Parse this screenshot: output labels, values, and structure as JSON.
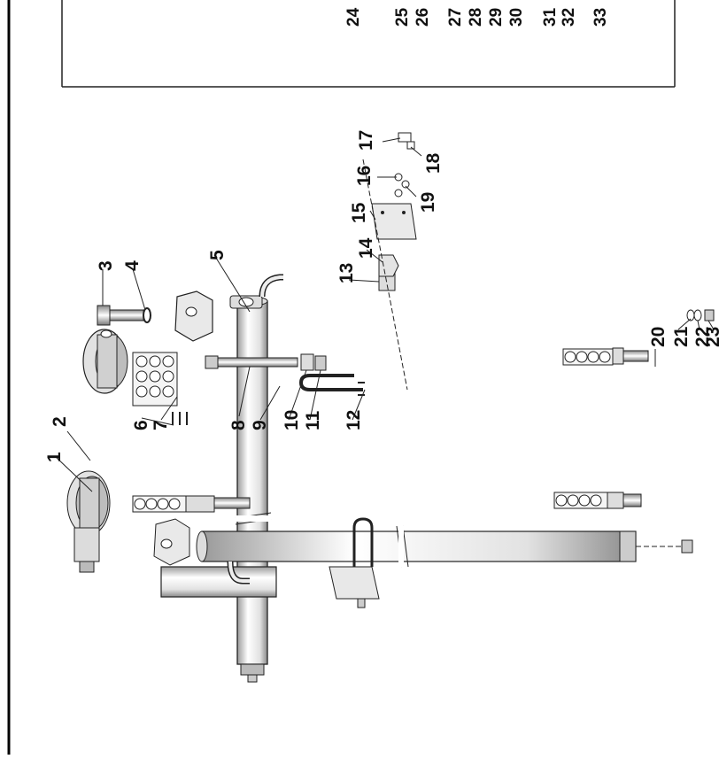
{
  "figure": {
    "top_box_labels": [
      "24",
      "25",
      "26",
      "27",
      "28",
      "29",
      "30",
      "31",
      "32",
      "33"
    ],
    "callouts": [
      "1",
      "2",
      "3",
      "4",
      "5",
      "6",
      "7",
      "8",
      "9",
      "10",
      "11",
      "12",
      "13",
      "14",
      "15",
      "16",
      "17",
      "18",
      "19",
      "20",
      "21",
      "22",
      "23"
    ]
  }
}
